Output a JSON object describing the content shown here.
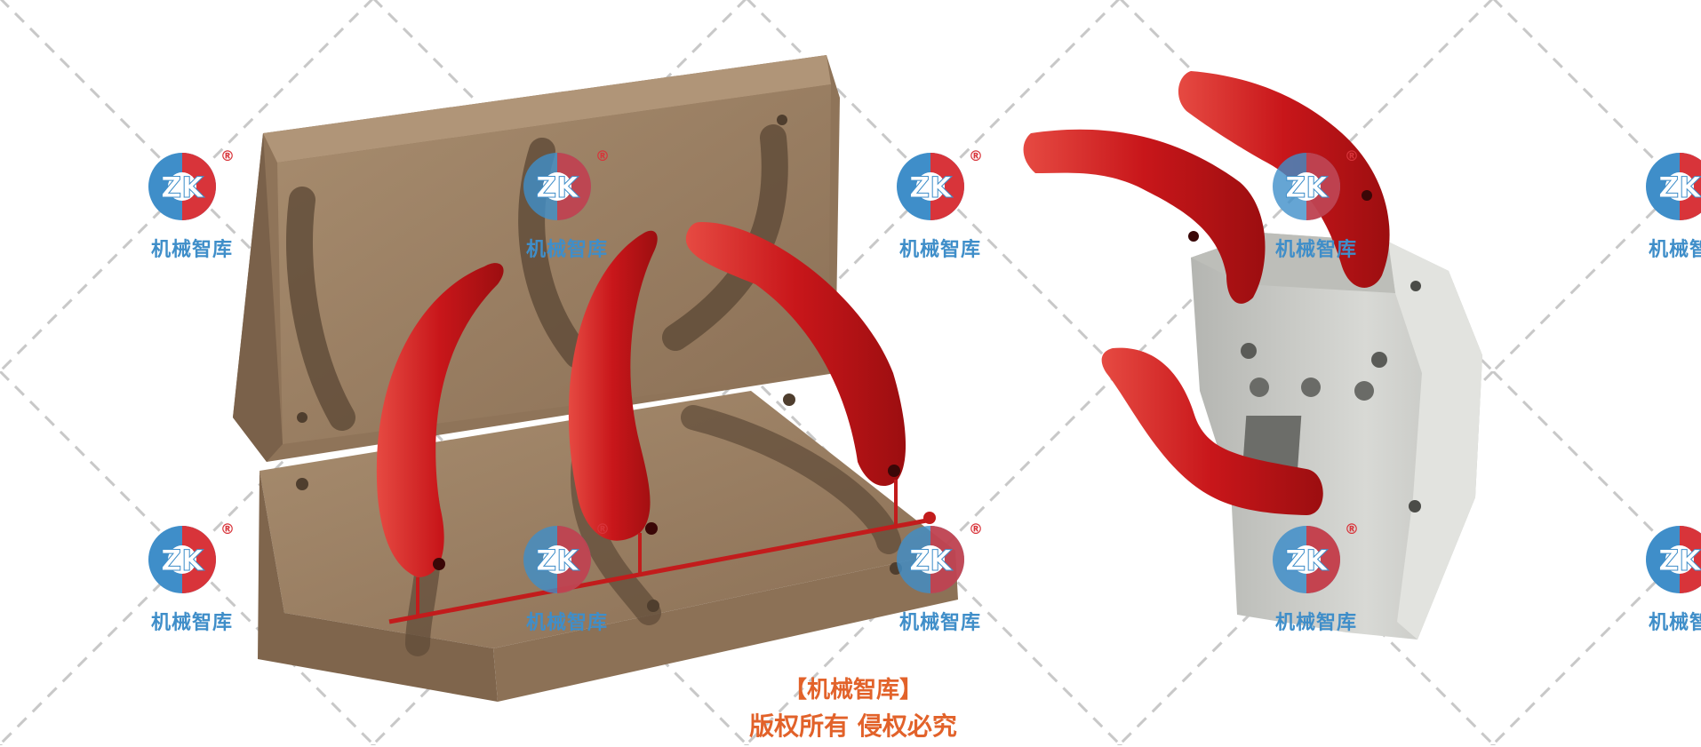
{
  "watermark": {
    "brand_text": "机械智库",
    "registered_mark": "®",
    "logo_letters": "ZK",
    "colors": {
      "blue": "#3f8ec9",
      "red": "#d8343a",
      "text": "#3f8ec9"
    }
  },
  "copyright": {
    "line1": "【机械智库】",
    "line2": "版权所有 侵权必究",
    "color": "#e2622a"
  },
  "scene": {
    "mold_color": "#9b8064",
    "part_color": "#cc1f1f",
    "gripper_body_color": "#c9cac6"
  }
}
